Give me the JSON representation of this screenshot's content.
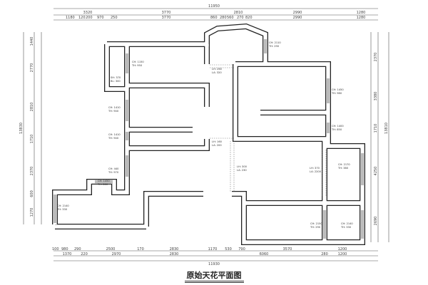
{
  "title": "原始天花平面图",
  "dimensions": {
    "top_total": "11950",
    "top_row1": [
      "3320",
      "3770",
      "2810",
      "2990",
      "1280"
    ],
    "top_row2": [
      "1180",
      "120",
      "200",
      "970",
      "250",
      "3770",
      "860",
      "280",
      "560",
      "270",
      "820",
      "2990",
      "1280"
    ],
    "bottom_row1": [
      "100",
      "980",
      "290",
      "2500",
      "170",
      "2830",
      "1170",
      "530",
      "790",
      "3570",
      "1200"
    ],
    "bottom_row2": [
      "1370",
      "220",
      "2970",
      "2830",
      "6060",
      "280",
      "1200"
    ],
    "bottom_total": "11930",
    "left_total": "13830",
    "left_row1": [
      "1440",
      "2770",
      "2810",
      "1710",
      "2370",
      "600",
      "1270"
    ],
    "right_total": "13810",
    "right_row1": [
      "2370",
      "3380",
      "1710",
      "4250",
      "2690"
    ]
  },
  "room_labels": [
    {
      "l1": "CH: 1150",
      "l2": "TH: 950"
    },
    {
      "l1": "SH: 370",
      "l2": "BL: 300"
    },
    {
      "l1": "CH: 1410",
      "l2": "TH: 940"
    },
    {
      "l1": "CH: 1410",
      "l2": "TH: 940"
    },
    {
      "l1": "CH: 440",
      "l2": "TH: 970"
    },
    {
      "l1": "CH: 1450",
      "l2": "TH: 860"
    },
    {
      "l1": "CH: 2140",
      "l2": "TH: 330"
    },
    {
      "l1": "LH: 260",
      "l2": "LA: 320"
    },
    {
      "l1": "LH: 160",
      "l2": "LA: 200"
    },
    {
      "l1": "LH: 300",
      "l2": "LA: 230"
    },
    {
      "l1": "CH: 2110",
      "l2": "TH: 290"
    },
    {
      "l1": "CH: 1450",
      "l2": "TH: 980"
    },
    {
      "l1": "CH: 1400",
      "l2": "TH: 850"
    },
    {
      "l1": "LH: 370",
      "l2": "LA: 2200"
    },
    {
      "l1": "CH: 2170",
      "l2": "TH: 380"
    },
    {
      "l1": "CH: 2150",
      "l2": "TH: 290"
    },
    {
      "l1": "CH: 2140",
      "l2": "TH: 330"
    }
  ]
}
